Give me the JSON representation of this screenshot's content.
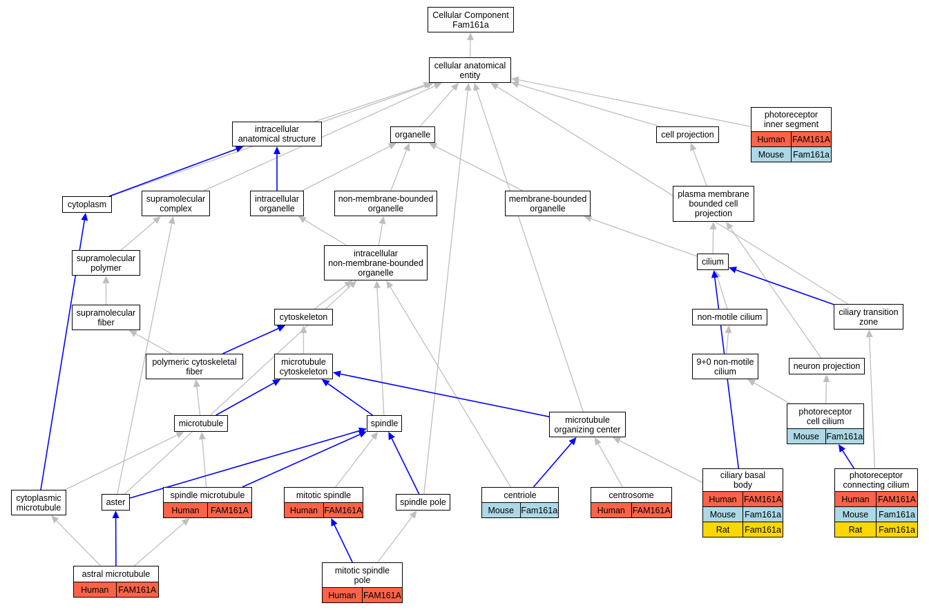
{
  "colors": {
    "Human": "#ff6347",
    "Mouse": "#add8e6",
    "Rat": "#ffd700",
    "is_a_edge": "#bebebe",
    "part_of_edge": "#0000ff"
  },
  "nodes": {
    "root": {
      "label": "Cellular Component\nFam161a",
      "rows": []
    },
    "cae": {
      "label": "cellular anatomical\nentity",
      "rows": []
    },
    "ias": {
      "label": "intracellular\nanatomical structure",
      "rows": []
    },
    "organelle": {
      "label": "organelle",
      "rows": []
    },
    "cell_projection": {
      "label": "cell projection",
      "rows": []
    },
    "pis": {
      "label": "photoreceptor\ninner segment",
      "rows": [
        [
          "Human",
          "FAM161A"
        ],
        [
          "Mouse",
          "Fam161a"
        ]
      ]
    },
    "cytoplasm": {
      "label": "cytoplasm",
      "rows": []
    },
    "supra_complex": {
      "label": "supramolecular\ncomplex",
      "rows": []
    },
    "intra_organelle": {
      "label": "intracellular\norganelle",
      "rows": []
    },
    "nmbo": {
      "label": "non-membrane-bounded\norganelle",
      "rows": []
    },
    "mbo": {
      "label": "membrane-bounded\norganelle",
      "rows": []
    },
    "pmbcp": {
      "label": "plasma membrane\nbounded cell\nprojection",
      "rows": []
    },
    "supra_polymer": {
      "label": "supramolecular\npolymer",
      "rows": []
    },
    "inmbo": {
      "label": "intracellular\nnon-membrane-bounded\norganelle",
      "rows": []
    },
    "cilium": {
      "label": "cilium",
      "rows": []
    },
    "supra_fiber": {
      "label": "supramolecular\nfiber",
      "rows": []
    },
    "cytoskeleton": {
      "label": "cytoskeleton",
      "rows": []
    },
    "nonmotile": {
      "label": "non-motile cilium",
      "rows": []
    },
    "ctz": {
      "label": "ciliary transition\nzone",
      "rows": []
    },
    "pcf": {
      "label": "polymeric cytoskeletal\nfiber",
      "rows": []
    },
    "mtcs": {
      "label": "microtubule\ncytoskeleton",
      "rows": []
    },
    "ninezero": {
      "label": "9+0 non-motile\ncilium",
      "rows": []
    },
    "neuron_proj": {
      "label": "neuron projection",
      "rows": []
    },
    "microtubule": {
      "label": "microtubule",
      "rows": []
    },
    "spindle": {
      "label": "spindle",
      "rows": []
    },
    "mtoc": {
      "label": "microtubule\norganizing center",
      "rows": []
    },
    "pcc": {
      "label": "photoreceptor\ncell cilium",
      "rows": [
        [
          "Mouse",
          "Fam161a"
        ]
      ]
    },
    "cyto_mt": {
      "label": "cytoplasmic\nmicrotubule",
      "rows": []
    },
    "aster": {
      "label": "aster",
      "rows": []
    },
    "spindle_mt": {
      "label": "spindle microtubule",
      "rows": [
        [
          "Human",
          "FAM161A"
        ]
      ]
    },
    "mitotic_spindle": {
      "label": "mitotic spindle",
      "rows": [
        [
          "Human",
          "FAM161A"
        ]
      ]
    },
    "spindle_pole": {
      "label": "spindle pole",
      "rows": []
    },
    "centriole": {
      "label": "centriole",
      "rows": [
        [
          "Mouse",
          "Fam161a"
        ]
      ]
    },
    "centrosome": {
      "label": "centrosome",
      "rows": [
        [
          "Human",
          "FAM161A"
        ]
      ]
    },
    "cbb": {
      "label": "ciliary basal\nbody",
      "rows": [
        [
          "Human",
          "FAM161A"
        ],
        [
          "Mouse",
          "Fam161a"
        ],
        [
          "Rat",
          "Fam161a"
        ]
      ]
    },
    "pcc2": {
      "label": "photoreceptor\nconnecting cilium",
      "rows": [
        [
          "Human",
          "FAM161A"
        ],
        [
          "Mouse",
          "Fam161a"
        ],
        [
          "Rat",
          "Fam161a"
        ]
      ]
    },
    "astral_mt": {
      "label": "astral microtubule",
      "rows": [
        [
          "Human",
          "FAM161A"
        ]
      ]
    },
    "msp": {
      "label": "mitotic spindle\npole",
      "rows": [
        [
          "Human",
          "FAM161A"
        ]
      ]
    }
  },
  "edges": [
    {
      "from": "cae",
      "to": "root",
      "type": "is_a"
    },
    {
      "from": "ias",
      "to": "cae",
      "type": "is_a"
    },
    {
      "from": "organelle",
      "to": "cae",
      "type": "is_a"
    },
    {
      "from": "cell_projection",
      "to": "cae",
      "type": "is_a"
    },
    {
      "from": "pis",
      "to": "cae",
      "type": "is_a"
    },
    {
      "from": "cytoplasm",
      "to": "cae",
      "type": "is_a"
    },
    {
      "from": "supra_complex",
      "to": "cae",
      "type": "is_a"
    },
    {
      "from": "spindle_pole",
      "to": "cae",
      "type": "is_a"
    },
    {
      "from": "mtoc",
      "to": "cae",
      "type": "is_a"
    },
    {
      "from": "ctz",
      "to": "cae",
      "type": "is_a"
    },
    {
      "from": "cytoplasm",
      "to": "ias",
      "type": "part_of"
    },
    {
      "from": "intra_organelle",
      "to": "ias",
      "type": "part_of"
    },
    {
      "from": "intra_organelle",
      "to": "organelle",
      "type": "is_a"
    },
    {
      "from": "nmbo",
      "to": "organelle",
      "type": "is_a"
    },
    {
      "from": "mbo",
      "to": "organelle",
      "type": "is_a"
    },
    {
      "from": "pmbcp",
      "to": "cell_projection",
      "type": "is_a"
    },
    {
      "from": "inmbo",
      "to": "intra_organelle",
      "type": "is_a"
    },
    {
      "from": "inmbo",
      "to": "nmbo",
      "type": "is_a"
    },
    {
      "from": "supra_polymer",
      "to": "supra_complex",
      "type": "is_a"
    },
    {
      "from": "aster",
      "to": "supra_complex",
      "type": "is_a"
    },
    {
      "from": "supra_fiber",
      "to": "supra_polymer",
      "type": "is_a"
    },
    {
      "from": "pcf",
      "to": "supra_fiber",
      "type": "is_a"
    },
    {
      "from": "cilium",
      "to": "mbo",
      "type": "is_a"
    },
    {
      "from": "cilium",
      "to": "pmbcp",
      "type": "is_a"
    },
    {
      "from": "neuron_proj",
      "to": "pmbcp",
      "type": "is_a"
    },
    {
      "from": "cytoskeleton",
      "to": "inmbo",
      "type": "is_a"
    },
    {
      "from": "spindle",
      "to": "inmbo",
      "type": "is_a"
    },
    {
      "from": "centriole",
      "to": "inmbo",
      "type": "is_a"
    },
    {
      "from": "aster",
      "to": "inmbo",
      "type": "is_a"
    },
    {
      "from": "pcf",
      "to": "cytoskeleton",
      "type": "part_of"
    },
    {
      "from": "mtcs",
      "to": "cytoskeleton",
      "type": "is_a"
    },
    {
      "from": "microtubule",
      "to": "mtcs",
      "type": "part_of"
    },
    {
      "from": "spindle",
      "to": "mtcs",
      "type": "part_of"
    },
    {
      "from": "mtoc",
      "to": "mtcs",
      "type": "part_of"
    },
    {
      "from": "microtubule",
      "to": "pcf",
      "type": "is_a"
    },
    {
      "from": "cyto_mt",
      "to": "microtubule",
      "type": "is_a"
    },
    {
      "from": "spindle_mt",
      "to": "microtubule",
      "type": "is_a"
    },
    {
      "from": "cyto_mt",
      "to": "cytoplasm",
      "type": "part_of"
    },
    {
      "from": "nonmotile",
      "to": "cilium",
      "type": "is_a"
    },
    {
      "from": "ctz",
      "to": "cilium",
      "type": "part_of"
    },
    {
      "from": "cbb",
      "to": "cilium",
      "type": "part_of"
    },
    {
      "from": "ninezero",
      "to": "nonmotile",
      "type": "is_a"
    },
    {
      "from": "pcc",
      "to": "ninezero",
      "type": "is_a"
    },
    {
      "from": "pcc",
      "to": "neuron_proj",
      "type": "is_a"
    },
    {
      "from": "pcc2",
      "to": "pcc",
      "type": "part_of"
    },
    {
      "from": "pcc2",
      "to": "ctz",
      "type": "is_a"
    },
    {
      "from": "aster",
      "to": "spindle",
      "type": "part_of"
    },
    {
      "from": "spindle_mt",
      "to": "spindle",
      "type": "part_of"
    },
    {
      "from": "mitotic_spindle",
      "to": "spindle",
      "type": "is_a"
    },
    {
      "from": "spindle_pole",
      "to": "spindle",
      "type": "part_of"
    },
    {
      "from": "centriole",
      "to": "mtoc",
      "type": "part_of"
    },
    {
      "from": "centrosome",
      "to": "mtoc",
      "type": "is_a"
    },
    {
      "from": "cbb",
      "to": "mtoc",
      "type": "is_a"
    },
    {
      "from": "astral_mt",
      "to": "aster",
      "type": "part_of"
    },
    {
      "from": "astral_mt",
      "to": "cyto_mt",
      "type": "is_a"
    },
    {
      "from": "astral_mt",
      "to": "spindle_mt",
      "type": "is_a"
    },
    {
      "from": "msp",
      "to": "mitotic_spindle",
      "type": "part_of"
    },
    {
      "from": "msp",
      "to": "spindle_pole",
      "type": "is_a"
    }
  ]
}
